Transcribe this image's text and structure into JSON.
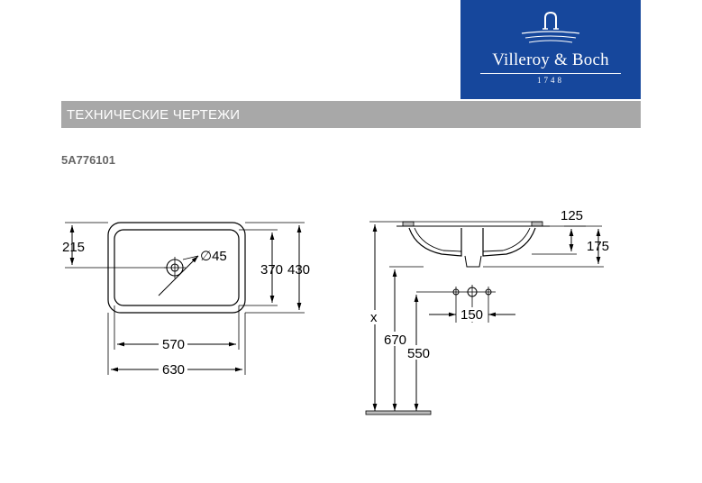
{
  "brand": {
    "name": "Villeroy & Boch",
    "year": "1748",
    "color_brand": "#16479c"
  },
  "header": {
    "section_title": "ТЕХНИЧЕСКИЕ ЧЕРТЕЖИ",
    "bar_color": "#a8a8a8"
  },
  "product": {
    "article": "5A776101"
  },
  "plan_view": {
    "dim_215": "215",
    "dim_diameter": "∅45",
    "dim_370": "370",
    "dim_430": "430",
    "dim_570": "570",
    "dim_630": "630"
  },
  "side_view": {
    "dim_125": "125",
    "dim_175": "175",
    "dim_150": "150",
    "dim_x": "x",
    "dim_670": "670",
    "dim_550": "550"
  }
}
